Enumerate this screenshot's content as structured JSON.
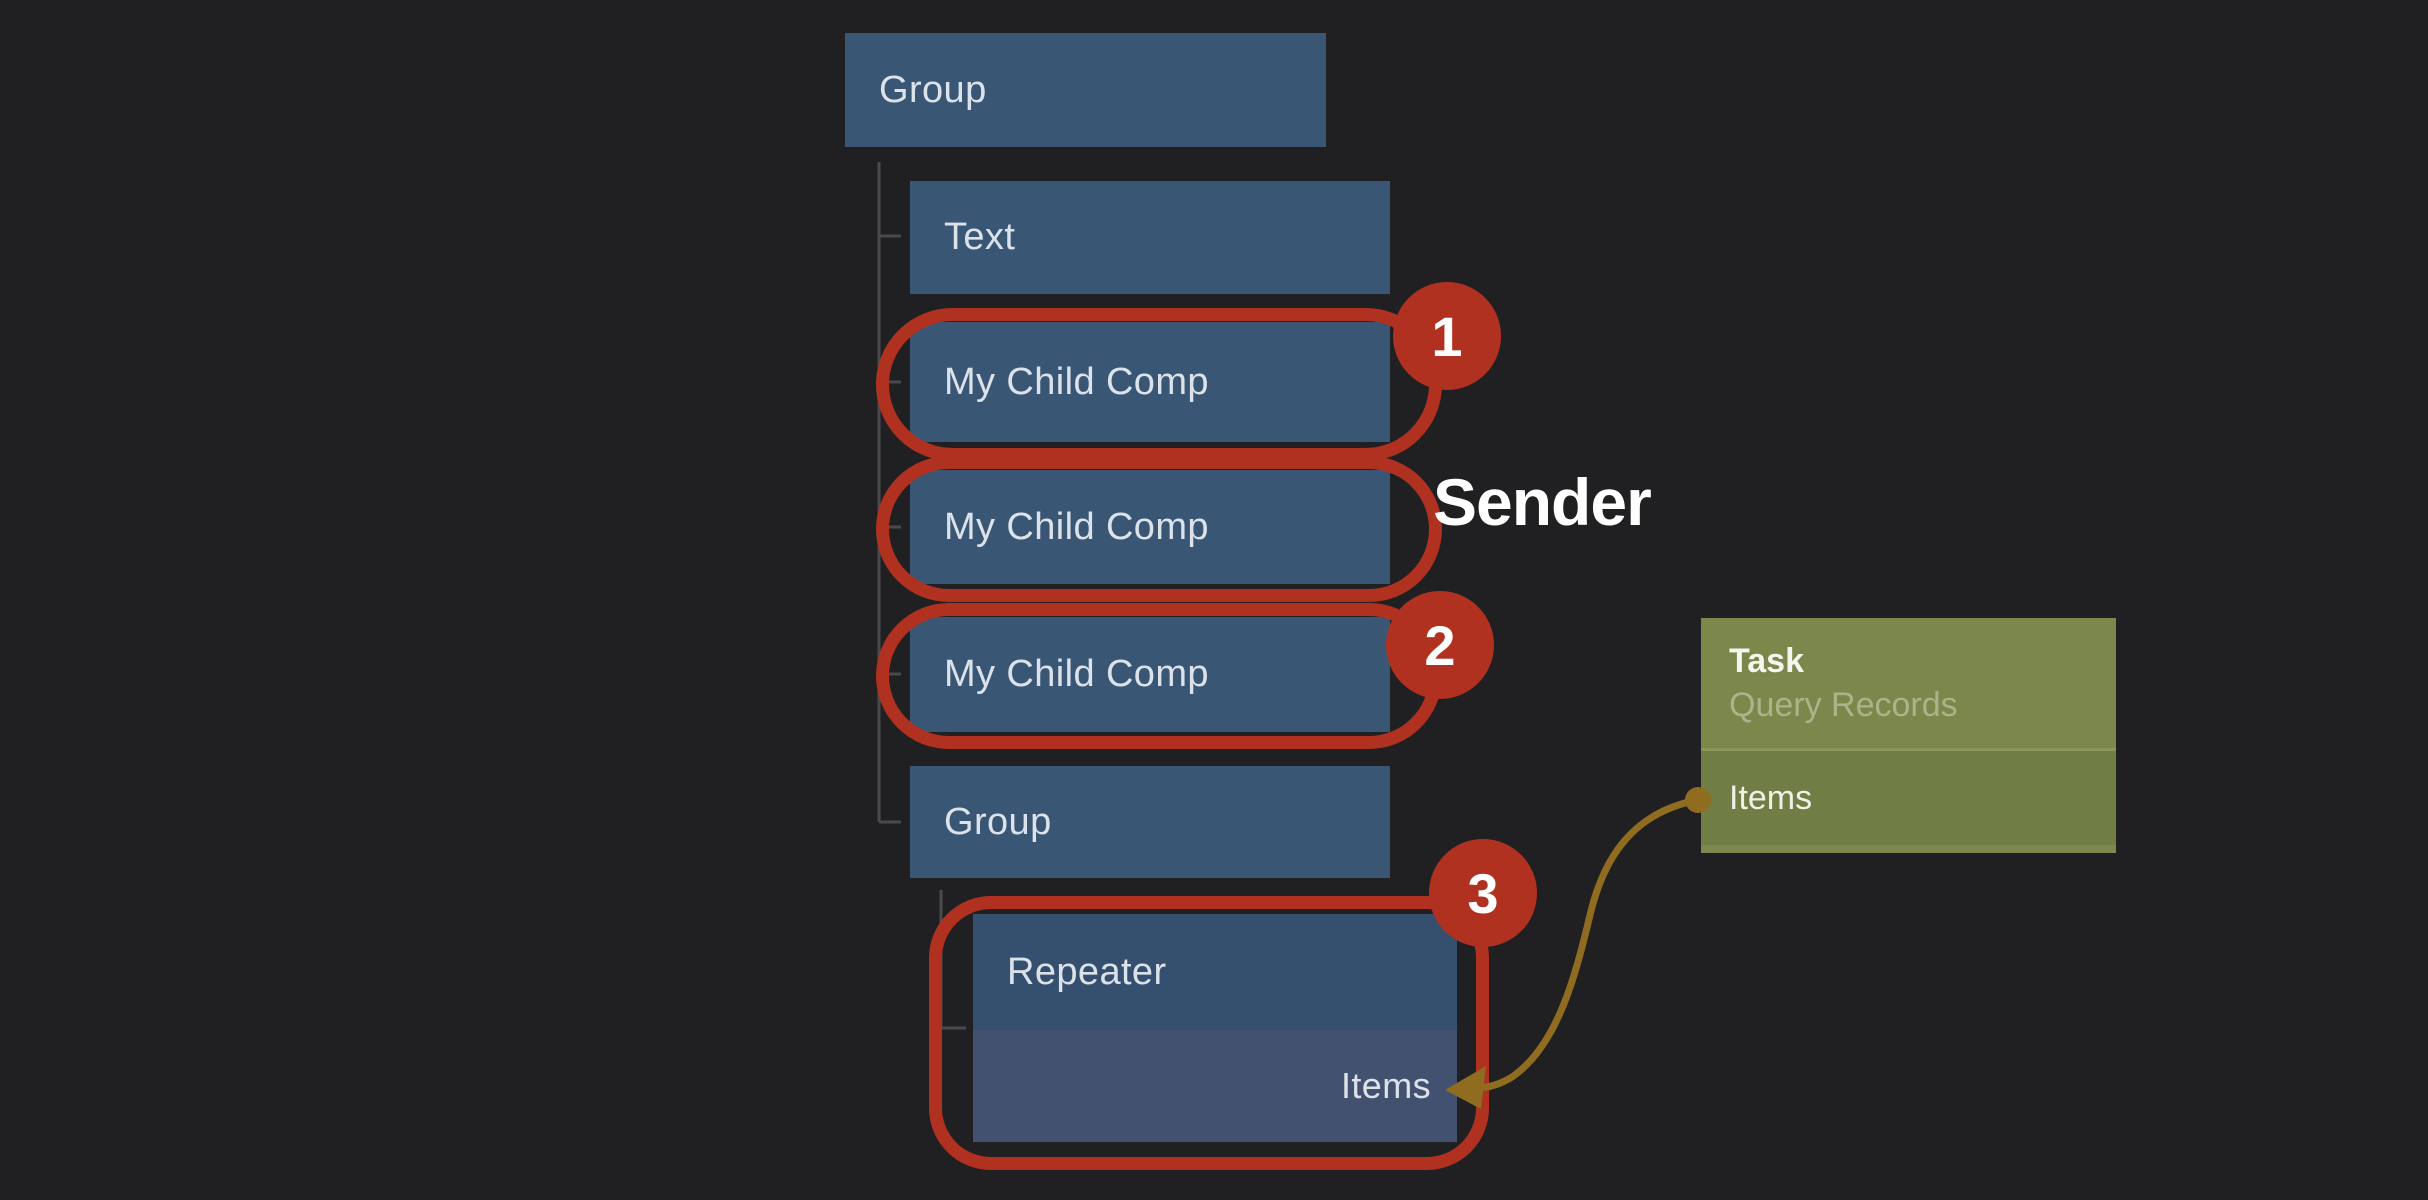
{
  "tree": {
    "group1": "Group",
    "text": "Text",
    "mcc1": "My Child Comp",
    "mcc2": "My Child Comp",
    "mcc3": "My Child Comp",
    "group2": "Group",
    "repeater": "Repeater",
    "repeater_items": "Items"
  },
  "annotations": {
    "badge1": "1",
    "badge2": "2",
    "badge3": "3",
    "sender": "Sender",
    "ring_color": "#b13120",
    "arrow_color": "#8f6c1f"
  },
  "task": {
    "title": "Task",
    "subtitle": "Query Records",
    "items": "Items",
    "header_color": "#7b874b",
    "body_color": "#707d44"
  },
  "colors": {
    "background": "#202023",
    "node": "#3a5675",
    "repeater_top": "#35506f",
    "repeater_bottom": "#42516f",
    "connector": "#4a4a4d"
  }
}
